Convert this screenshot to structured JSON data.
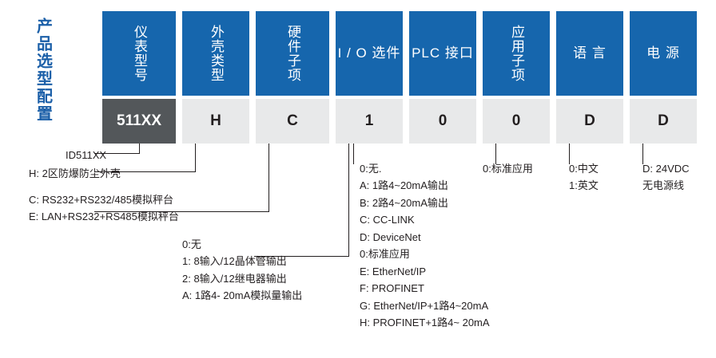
{
  "title_vertical": "产品选型配置",
  "columns": [
    {
      "id": "model",
      "header": "仪表型号",
      "code": "511XX",
      "dark": true
    },
    {
      "id": "enclosure",
      "header": "外壳类型",
      "code": "H",
      "dark": false
    },
    {
      "id": "hardware",
      "header": "硬件子项",
      "code": "C",
      "dark": false
    },
    {
      "id": "io",
      "header": "I / O 选件",
      "code": "1",
      "dark": false
    },
    {
      "id": "plc",
      "header": "PLC 接口",
      "code": "0",
      "dark": false
    },
    {
      "id": "app",
      "header": "应用子项",
      "code": "0",
      "dark": false
    },
    {
      "id": "language",
      "header": "语 言",
      "code": "D",
      "dark": false
    },
    {
      "id": "power",
      "header": "电 源",
      "code": "D",
      "dark": false
    }
  ],
  "notes": {
    "model": "ID511XX",
    "enclosure": "H: 2区防爆防尘外壳",
    "hardware": "C: RS232+RS232/485模拟秤台\nE: LAN+RS232+RS485模拟秤台",
    "io": "0:无\n1: 8输入/12晶体管输出\n2: 8输入/12继电器输出\nA: 1路4- 20mA模拟量输出",
    "plc": "0:无.\nA: 1路4~20mA输出\nB: 2路4~20mA输出\nC: CC-LINK\nD: DeviceNet\n0:标准应用\nE: EtherNet/IP\nF: PROFINET\nG: EtherNet/IP+1路4~20mA\nH: PROFINET+1路4~ 20mA",
    "app": "0:标准应用",
    "language": "0:中文\n1:英文",
    "power": "D: 24VDC\n无电源线"
  },
  "colors": {
    "header_blue": "#1666ad",
    "title_blue": "#1b5fa8",
    "code_gray": "#e8e9ea",
    "code_dark": "#53575a",
    "line": "#231f20"
  }
}
